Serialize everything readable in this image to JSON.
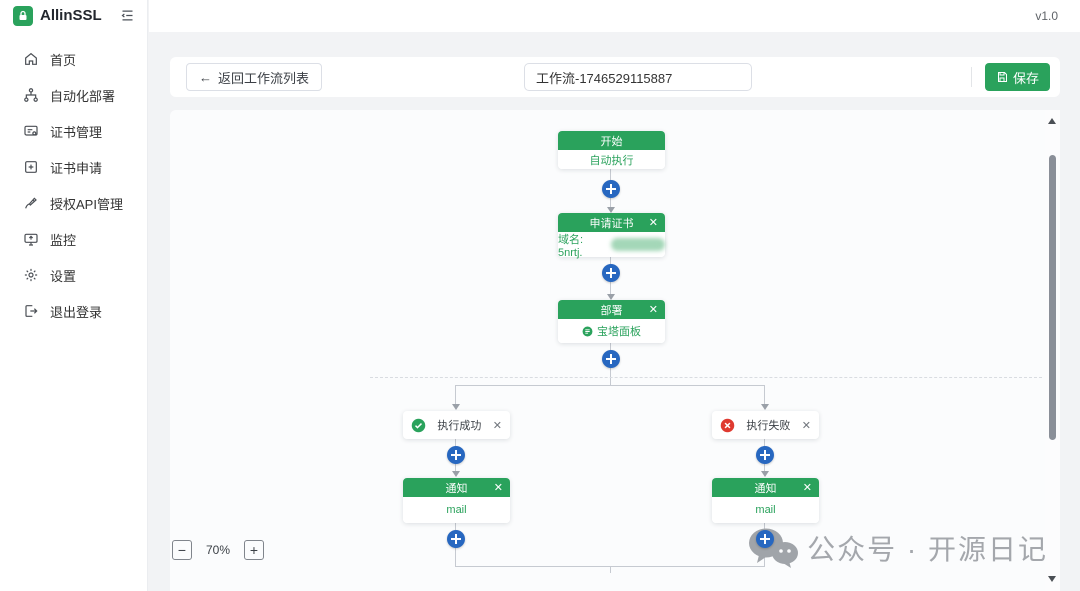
{
  "app": {
    "name": "AllinSSL",
    "version": "v1.0"
  },
  "sidebar": {
    "items": [
      {
        "label": "首页",
        "icon": "home-icon"
      },
      {
        "label": "自动化部署",
        "icon": "deploy-icon"
      },
      {
        "label": "证书管理",
        "icon": "cert-manage-icon"
      },
      {
        "label": "证书申请",
        "icon": "cert-apply-icon"
      },
      {
        "label": "授权API管理",
        "icon": "api-icon"
      },
      {
        "label": "监控",
        "icon": "monitor-icon"
      },
      {
        "label": "设置",
        "icon": "settings-icon"
      },
      {
        "label": "退出登录",
        "icon": "logout-icon"
      }
    ]
  },
  "toolbar": {
    "back_arrow": "←",
    "back_label": "返回工作流列表",
    "workflow_name_value": "工作流-1746529115887",
    "save_label": "保存"
  },
  "canvas": {
    "close_glyph": "✕",
    "zoom": {
      "out": "−",
      "level": "70%",
      "in": "+"
    },
    "nodes": {
      "start": {
        "title": "开始",
        "body": "自动执行"
      },
      "apply": {
        "title": "申请证书",
        "domain_label": "域名: 5nrtj."
      },
      "deploy": {
        "title": "部署",
        "provider": "宝塔面板"
      },
      "branch_success": {
        "label": "执行成功"
      },
      "branch_fail": {
        "label": "执行失败"
      },
      "notify_success": {
        "title": "通知",
        "channel": "mail"
      },
      "notify_fail": {
        "title": "通知",
        "channel": "mail"
      }
    }
  },
  "watermark": {
    "text": "公众号 · 开源日记"
  },
  "colors": {
    "primary_green": "#2aa25c",
    "node_blue": "#2767c0",
    "fail_red": "#df3a30"
  }
}
